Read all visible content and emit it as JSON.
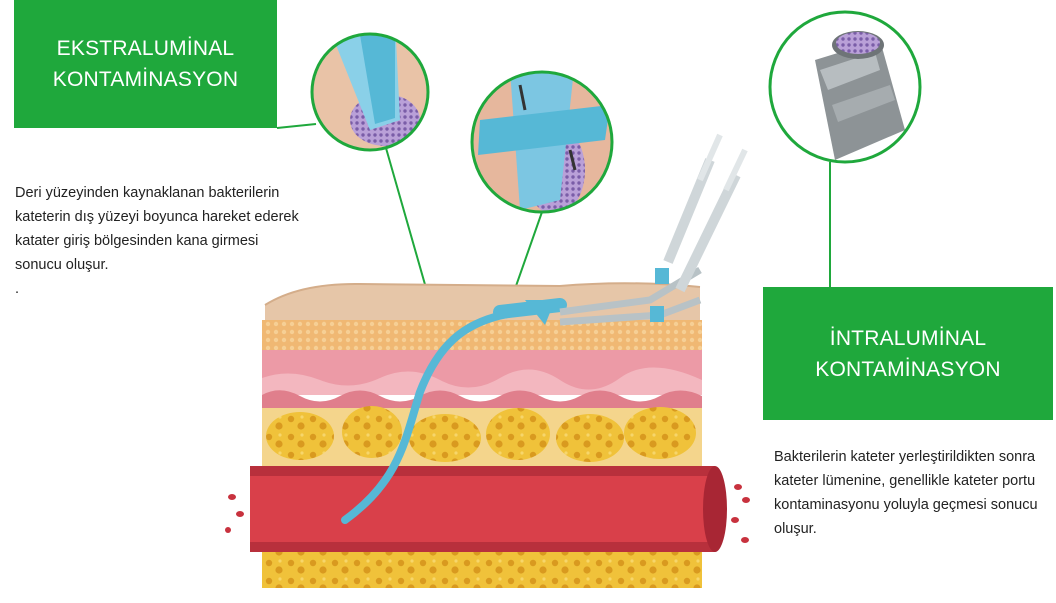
{
  "extraluminal": {
    "title_lines": [
      "EKSTRALUMİNAL",
      "KONTAMİNASYON"
    ],
    "description_lines": [
      "Deri yüzeyinden kaynaklanan  bakterilerin",
      "kateterin dış yüzeyi boyunca hareket ederek",
      "katater giriş bölgesinden kana girmesi",
      "sonucu oluşur.",
      "."
    ]
  },
  "intraluminal": {
    "title_lines": [
      "İNTRALUMİNAL",
      "KONTAMİNASYON"
    ],
    "description_lines": [
      "Bakterilerin kateter yerleştirildikten sonra",
      "kateter lümenine, genellikle kateter portu",
      "kontaminasyonu yoluyla geçmesi sonucu",
      "oluşur."
    ]
  },
  "colors": {
    "accent_green": "#1fa83c",
    "catheter_blue": "#56b8d6",
    "bacteria_purple": "#8a6fb5",
    "vessel_red": "#d9404a",
    "fat_yellow": "#e8b730",
    "skin_beige": "#e6c6a8"
  }
}
